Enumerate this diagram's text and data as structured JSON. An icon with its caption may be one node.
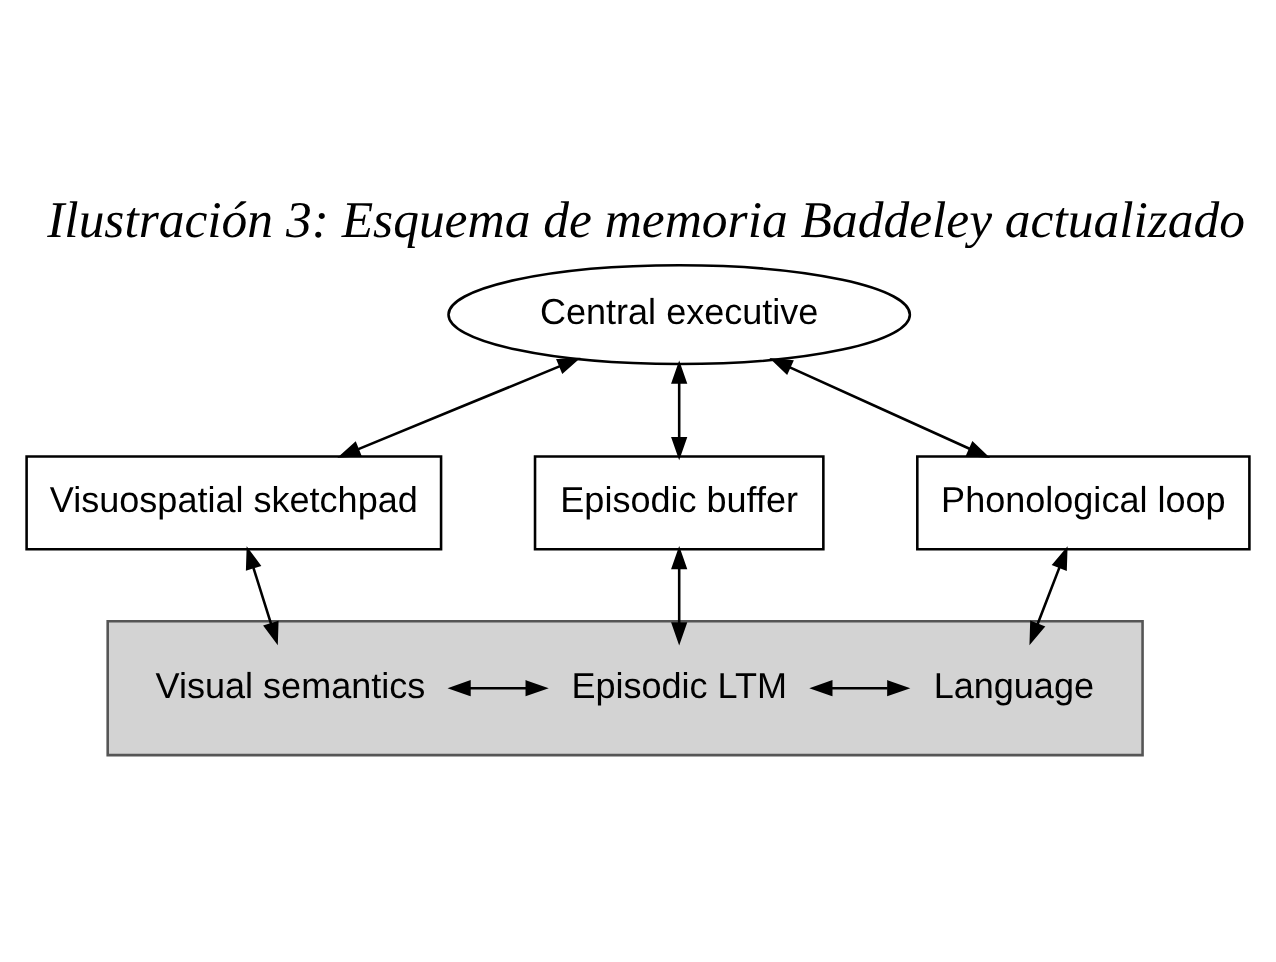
{
  "diagram": {
    "title": "Ilustración 3: Esquema de memoria Baddeley actualizado",
    "nodes": [
      {
        "text": [
          "Central executive"
        ]
      },
      {
        "text": [
          "Visuospatial sketchpad"
        ]
      },
      {
        "text": [
          "Episodic buffer"
        ]
      },
      {
        "text": [
          "Phonological loop"
        ]
      },
      {
        "text": [],
        "shape": "bar"
      },
      {
        "text": [
          "Visual semantics"
        ],
        "in": 4
      },
      {
        "text": [
          "Episodic LTM"
        ],
        "in": 4
      },
      {
        "text": [
          "Language"
        ],
        "in": 4
      }
    ],
    "edges": [
      {
        "from": 0,
        "to": 1,
        "arrow": "both"
      },
      {
        "from": 0,
        "to": 2,
        "arrow": "both"
      },
      {
        "from": 0,
        "to": 3,
        "arrow": "both"
      },
      {
        "from": 1,
        "to": 5,
        "arrow": "both"
      },
      {
        "from": 2,
        "to": 6,
        "arrow": "both"
      },
      {
        "from": 3,
        "to": 7,
        "arrow": "both"
      },
      {
        "from": 5,
        "to": 6,
        "arrow": "both"
      },
      {
        "from": 6,
        "to": 7,
        "arrow": "both"
      }
    ]
  }
}
